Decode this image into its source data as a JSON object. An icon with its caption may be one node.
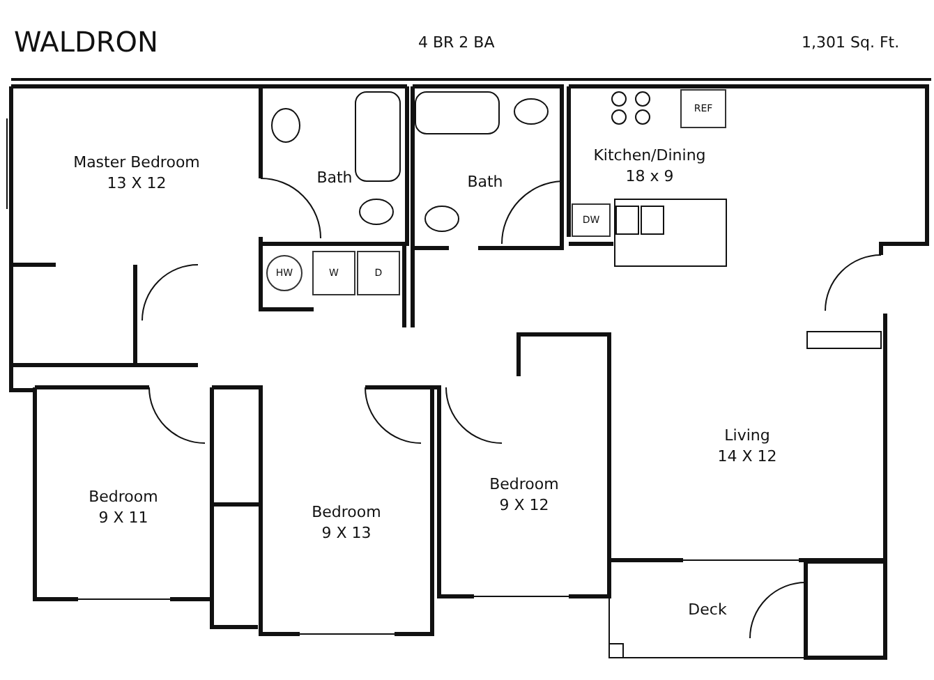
{
  "diagram": {
    "title": "WALDRON",
    "nodes": [
      {
        "text": [
          "Master Bedroom",
          "13 X 12"
        ]
      },
      {
        "text": [
          "Bath"
        ]
      },
      {
        "text": [
          "Bath"
        ]
      },
      {
        "text": [
          "Kitchen/Dining",
          "18 x 9"
        ]
      },
      {
        "text": [
          "REF"
        ],
        "in": 3
      },
      {
        "text": [
          "DW"
        ],
        "in": 3
      },
      {
        "text": [
          "HW"
        ]
      },
      {
        "text": [
          "W"
        ]
      },
      {
        "text": [
          "D"
        ]
      },
      {
        "text": [
          "Bedroom",
          "9 X 11"
        ]
      },
      {
        "text": [
          "Bedroom",
          "9 X 13"
        ]
      },
      {
        "text": [
          "Bedroom",
          "9 X 12"
        ]
      },
      {
        "text": [
          "Living",
          "14 X 12"
        ]
      },
      {
        "text": [
          "Deck"
        ]
      }
    ],
    "edges": [],
    "labels": [
      "4 BR 2 BA",
      "1,301 Sq. Ft."
    ]
  }
}
